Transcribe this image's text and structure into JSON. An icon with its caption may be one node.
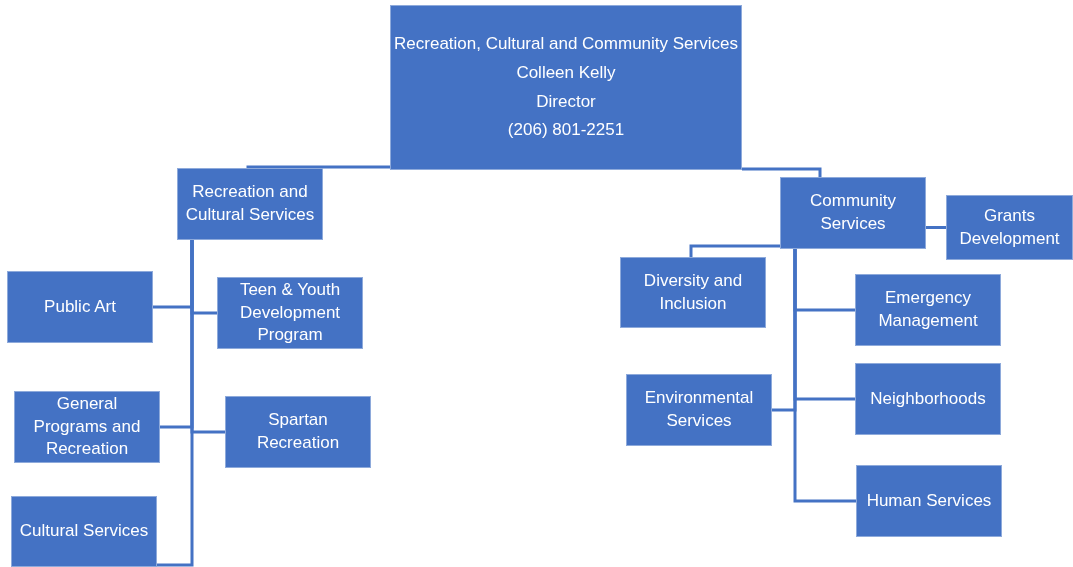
{
  "diagram": {
    "nodes": [
      {
        "text": [
          "Recreation, Cultural and Community Services",
          "Colleen Kelly",
          "Director",
          "(206) 801-2251"
        ]
      },
      {
        "text": [
          "Recreation and Cultural Services"
        ]
      },
      {
        "text": [
          "Public Art"
        ]
      },
      {
        "text": [
          "Teen & Youth Development Program"
        ]
      },
      {
        "text": [
          "General Programs and Recreation"
        ]
      },
      {
        "text": [
          "Spartan Recreation"
        ]
      },
      {
        "text": [
          "Cultural Services"
        ]
      },
      {
        "text": [
          "Community Services"
        ]
      },
      {
        "text": [
          "Grants Development"
        ]
      },
      {
        "text": [
          "Diversity and Inclusion"
        ]
      },
      {
        "text": [
          "Emergency Management"
        ]
      },
      {
        "text": [
          "Environmental Services"
        ]
      },
      {
        "text": [
          "Neighborhoods"
        ]
      },
      {
        "text": [
          "Human Services"
        ]
      }
    ],
    "edges": [
      {
        "from": 0,
        "to": 1,
        "arrow": "none"
      },
      {
        "from": 0,
        "to": 7,
        "arrow": "none"
      },
      {
        "from": 1,
        "to": 2,
        "arrow": "none"
      },
      {
        "from": 1,
        "to": 3,
        "arrow": "none"
      },
      {
        "from": 1,
        "to": 4,
        "arrow": "none"
      },
      {
        "from": 1,
        "to": 5,
        "arrow": "none"
      },
      {
        "from": 1,
        "to": 6,
        "arrow": "none"
      },
      {
        "from": 7,
        "to": 8,
        "arrow": "none"
      },
      {
        "from": 7,
        "to": 9,
        "arrow": "none"
      },
      {
        "from": 7,
        "to": 10,
        "arrow": "none"
      },
      {
        "from": 7,
        "to": 11,
        "arrow": "none"
      },
      {
        "from": 7,
        "to": 12,
        "arrow": "none"
      },
      {
        "from": 7,
        "to": 13,
        "arrow": "none"
      }
    ]
  }
}
